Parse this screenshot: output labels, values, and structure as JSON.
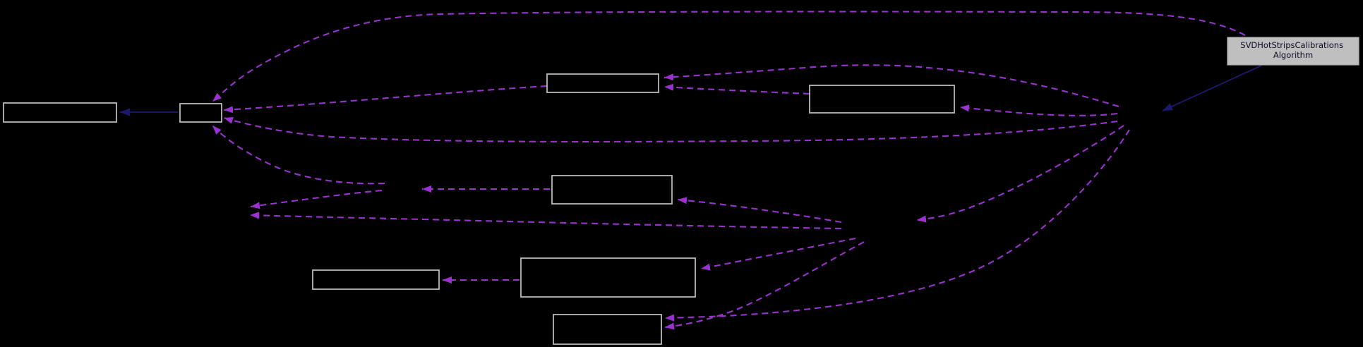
{
  "graph": {
    "algorithm_node": {
      "line1": "SVDHotStripsCalibrations",
      "line2": "Algorithm"
    },
    "nodes": [
      {
        "id": "node-a",
        "label": ""
      },
      {
        "id": "node-b",
        "label": ""
      },
      {
        "id": "node-c",
        "label": ""
      },
      {
        "id": "node-d",
        "label": ""
      },
      {
        "id": "node-e",
        "label": ""
      },
      {
        "id": "node-f",
        "label": ""
      },
      {
        "id": "node-g",
        "label": ""
      },
      {
        "id": "node-h",
        "label": ""
      }
    ],
    "colors": {
      "background": "#000000",
      "node_fill": "#000000",
      "node_border": "#c4c4c4",
      "algo_fill": "#bfbfbf",
      "algo_border": "#b0b0b0",
      "algo_text": "#0d0d28",
      "edge_dashed": "#9c31d2",
      "edge_solid": "#191970"
    }
  }
}
